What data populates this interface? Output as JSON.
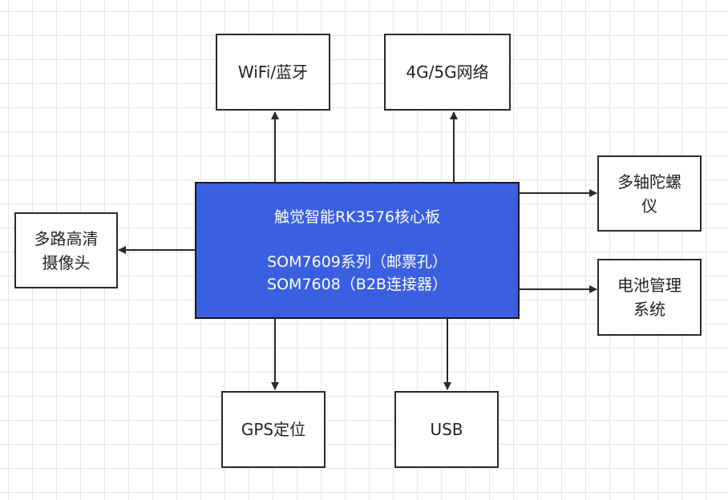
{
  "colors": {
    "core_fill": "#3a5fe0",
    "core_text": "#ffffff",
    "edge": "#2a2a2a"
  },
  "core": {
    "title": "触觉智能RK3576核心板",
    "line2": "SOM7609系列（邮票孔）",
    "line3": "SOM7608（B2B连接器）"
  },
  "nodes": {
    "wifi": "WiFi/蓝牙",
    "network": "4G/5G网络",
    "gyro_line1": "多轴陀螺",
    "gyro_line2": "仪",
    "camera_line1": "多路高清",
    "camera_line2": "摄像头",
    "battery_line1": "电池管理",
    "battery_line2": "系统",
    "gps": "GPS定位",
    "usb": "USB"
  }
}
